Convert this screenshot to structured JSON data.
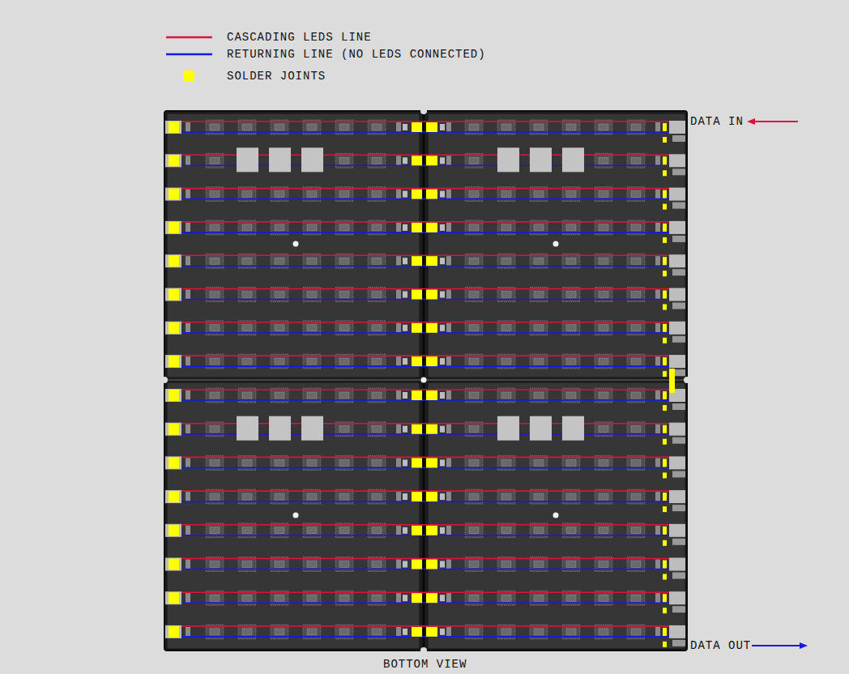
{
  "diagram": {
    "caption": "BOTTOM VIEW",
    "labels": [
      "DATA IN",
      "DATA OUT"
    ],
    "legend": [
      {
        "text": "CASCADING LEDS LINE"
      },
      {
        "text": "RETURNING LINE (NO LEDS CONNECTED)"
      },
      {
        "text": "SOLDER JOINTS",
        "color": "#ffff00"
      }
    ]
  }
}
